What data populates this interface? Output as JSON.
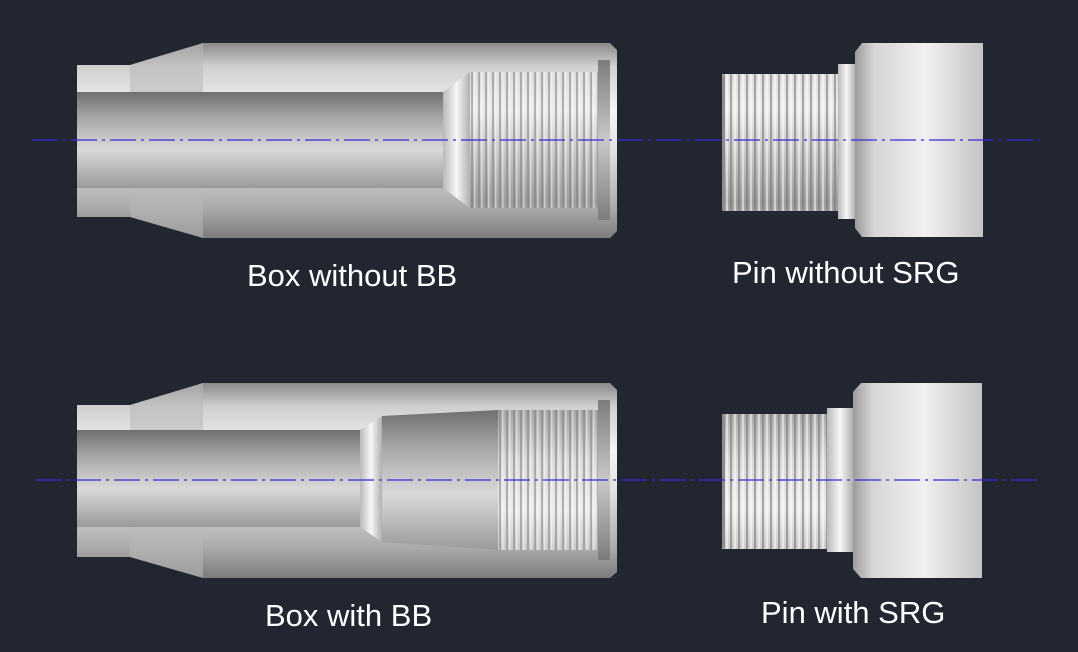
{
  "captions": {
    "box_without_bb": "Box without BB",
    "pin_without_srg": "Pin without SRG",
    "box_with_bb": "Box with BB",
    "pin_with_srg": "Pin with SRG"
  },
  "colors": {
    "background": "#212630",
    "centerline": "#3a2bd8",
    "steel_light": "#f2f2f2",
    "steel_mid": "#bdbdbd",
    "steel_dark": "#7a7a7a",
    "caption_text": "#ffffff"
  }
}
